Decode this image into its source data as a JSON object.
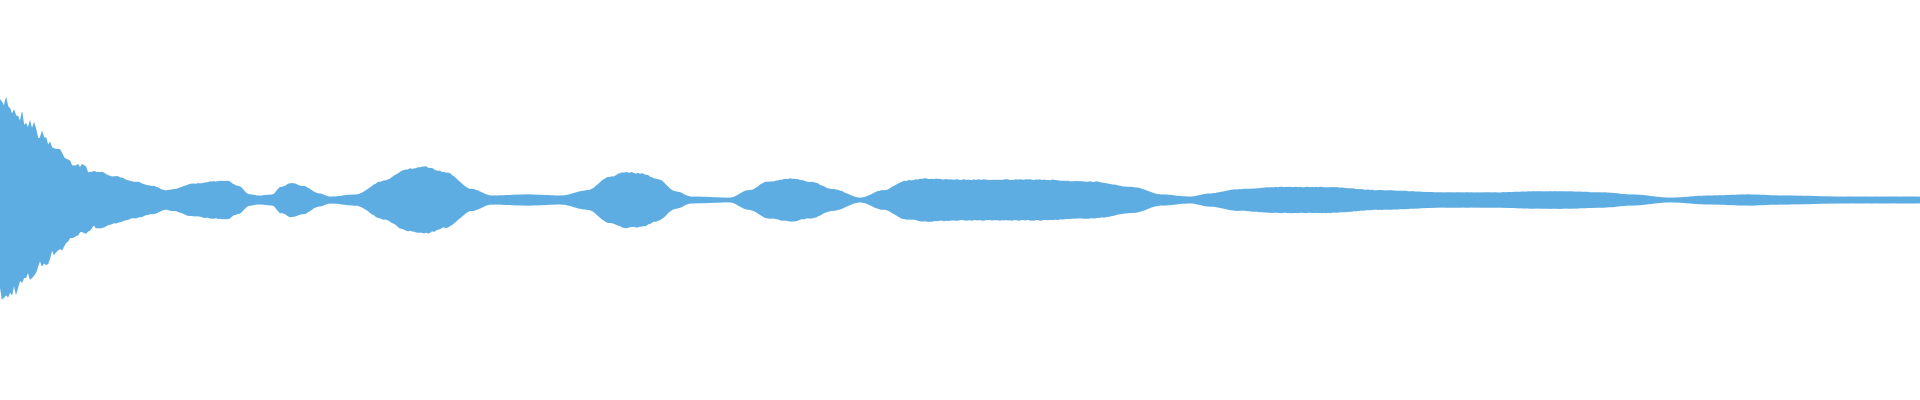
{
  "waveform": {
    "color": "#5DADE2",
    "background": "#FFFFFF",
    "envelope": [
      [
        0.0,
        0.93
      ],
      [
        0.003,
        1.0
      ],
      [
        0.008,
        0.88
      ],
      [
        0.015,
        0.78
      ],
      [
        0.022,
        0.64
      ],
      [
        0.03,
        0.5
      ],
      [
        0.04,
        0.35
      ],
      [
        0.05,
        0.27
      ],
      [
        0.06,
        0.22
      ],
      [
        0.07,
        0.17
      ],
      [
        0.08,
        0.13
      ],
      [
        0.086,
        0.09
      ],
      [
        0.09,
        0.1
      ],
      [
        0.1,
        0.15
      ],
      [
        0.11,
        0.17
      ],
      [
        0.118,
        0.18
      ],
      [
        0.124,
        0.13
      ],
      [
        0.13,
        0.05
      ],
      [
        0.135,
        0.04
      ],
      [
        0.142,
        0.05
      ],
      [
        0.146,
        0.12
      ],
      [
        0.152,
        0.16
      ],
      [
        0.158,
        0.13
      ],
      [
        0.166,
        0.06
      ],
      [
        0.172,
        0.03
      ],
      [
        0.185,
        0.05
      ],
      [
        0.2,
        0.18
      ],
      [
        0.212,
        0.29
      ],
      [
        0.222,
        0.31
      ],
      [
        0.232,
        0.26
      ],
      [
        0.246,
        0.1
      ],
      [
        0.256,
        0.04
      ],
      [
        0.275,
        0.05
      ],
      [
        0.292,
        0.04
      ],
      [
        0.306,
        0.09
      ],
      [
        0.318,
        0.22
      ],
      [
        0.326,
        0.26
      ],
      [
        0.334,
        0.25
      ],
      [
        0.342,
        0.2
      ],
      [
        0.352,
        0.08
      ],
      [
        0.36,
        0.03
      ],
      [
        0.38,
        0.02
      ],
      [
        0.39,
        0.09
      ],
      [
        0.4,
        0.17
      ],
      [
        0.412,
        0.2
      ],
      [
        0.422,
        0.17
      ],
      [
        0.434,
        0.1
      ],
      [
        0.448,
        0.02
      ],
      [
        0.46,
        0.09
      ],
      [
        0.472,
        0.18
      ],
      [
        0.482,
        0.2
      ],
      [
        0.5,
        0.19
      ],
      [
        0.54,
        0.19
      ],
      [
        0.57,
        0.17
      ],
      [
        0.59,
        0.12
      ],
      [
        0.605,
        0.05
      ],
      [
        0.62,
        0.03
      ],
      [
        0.63,
        0.06
      ],
      [
        0.645,
        0.1
      ],
      [
        0.665,
        0.12
      ],
      [
        0.69,
        0.12
      ],
      [
        0.72,
        0.09
      ],
      [
        0.75,
        0.07
      ],
      [
        0.78,
        0.07
      ],
      [
        0.8,
        0.08
      ],
      [
        0.815,
        0.08
      ],
      [
        0.835,
        0.07
      ],
      [
        0.85,
        0.05
      ],
      [
        0.87,
        0.02
      ],
      [
        0.89,
        0.04
      ],
      [
        0.91,
        0.05
      ],
      [
        0.93,
        0.04
      ],
      [
        0.96,
        0.03
      ],
      [
        1.0,
        0.03
      ]
    ]
  }
}
